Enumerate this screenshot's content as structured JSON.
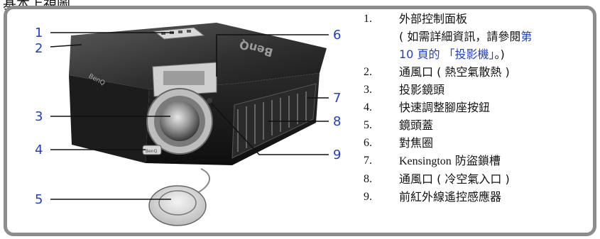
{
  "heading": "基本上視圖",
  "figure": {
    "callouts": [
      "1",
      "2",
      "3",
      "4",
      "5",
      "6",
      "7",
      "8",
      "9"
    ],
    "lens_ring_text": "BenQ",
    "button_text": "BenQ"
  },
  "parts": [
    {
      "number": "1.",
      "name": "外部控制面板",
      "note_prefix": "( 如需詳細資訊，請參閱",
      "note_link_a": "第",
      "note_link_b": "10 頁的 「投影機」",
      "note_suffix": "。)"
    },
    {
      "number": "2.",
      "name": "通風口 ( 熱空氣散熱 )"
    },
    {
      "number": "3.",
      "name": "投影鏡頭"
    },
    {
      "number": "4.",
      "name": "快速調整腳座按鈕"
    },
    {
      "number": "5.",
      "name": "鏡頭蓋"
    },
    {
      "number": "6.",
      "name": "對焦圈"
    },
    {
      "number": "7.",
      "name_latin": "Kensington",
      "name": " 防盜鎖槽"
    },
    {
      "number": "8.",
      "name": "通風口 ( 冷空氣入口 )"
    },
    {
      "number": "9.",
      "name": "前紅外線遙控感應器"
    }
  ]
}
